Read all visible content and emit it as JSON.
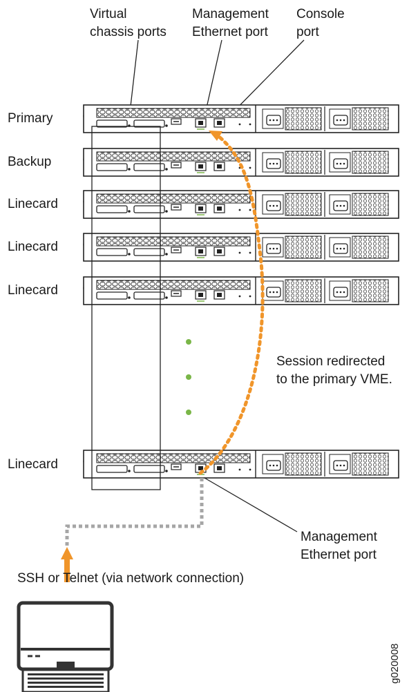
{
  "callouts": {
    "virtual_chassis_line1": "Virtual",
    "virtual_chassis_line2": "chassis ports",
    "mgmt_top_line1": "Management",
    "mgmt_top_line2": "Ethernet port",
    "console_line1": "Console",
    "console_line2": "port",
    "mgmt_bottom_line1": "Management",
    "mgmt_bottom_line2": "Ethernet port"
  },
  "rows": [
    {
      "label": "Primary"
    },
    {
      "label": "Backup"
    },
    {
      "label": "Linecard"
    },
    {
      "label": "Linecard"
    },
    {
      "label": "Linecard"
    },
    {
      "label": "Linecard"
    }
  ],
  "session": {
    "line1": "Session redirected",
    "line2": "to the primary VME."
  },
  "access": {
    "label": "SSH or Telnet (via network connection)"
  },
  "figure_id": "g020008",
  "colors": {
    "session_path": "#f0952a",
    "network_link": "#a6a6a6",
    "ellipsis_dots": "#7ab648",
    "arrow": "#f0952a",
    "device_stroke": "#222222"
  },
  "icons": {
    "laptop": "laptop-icon",
    "arrow": "up-arrow-icon"
  }
}
